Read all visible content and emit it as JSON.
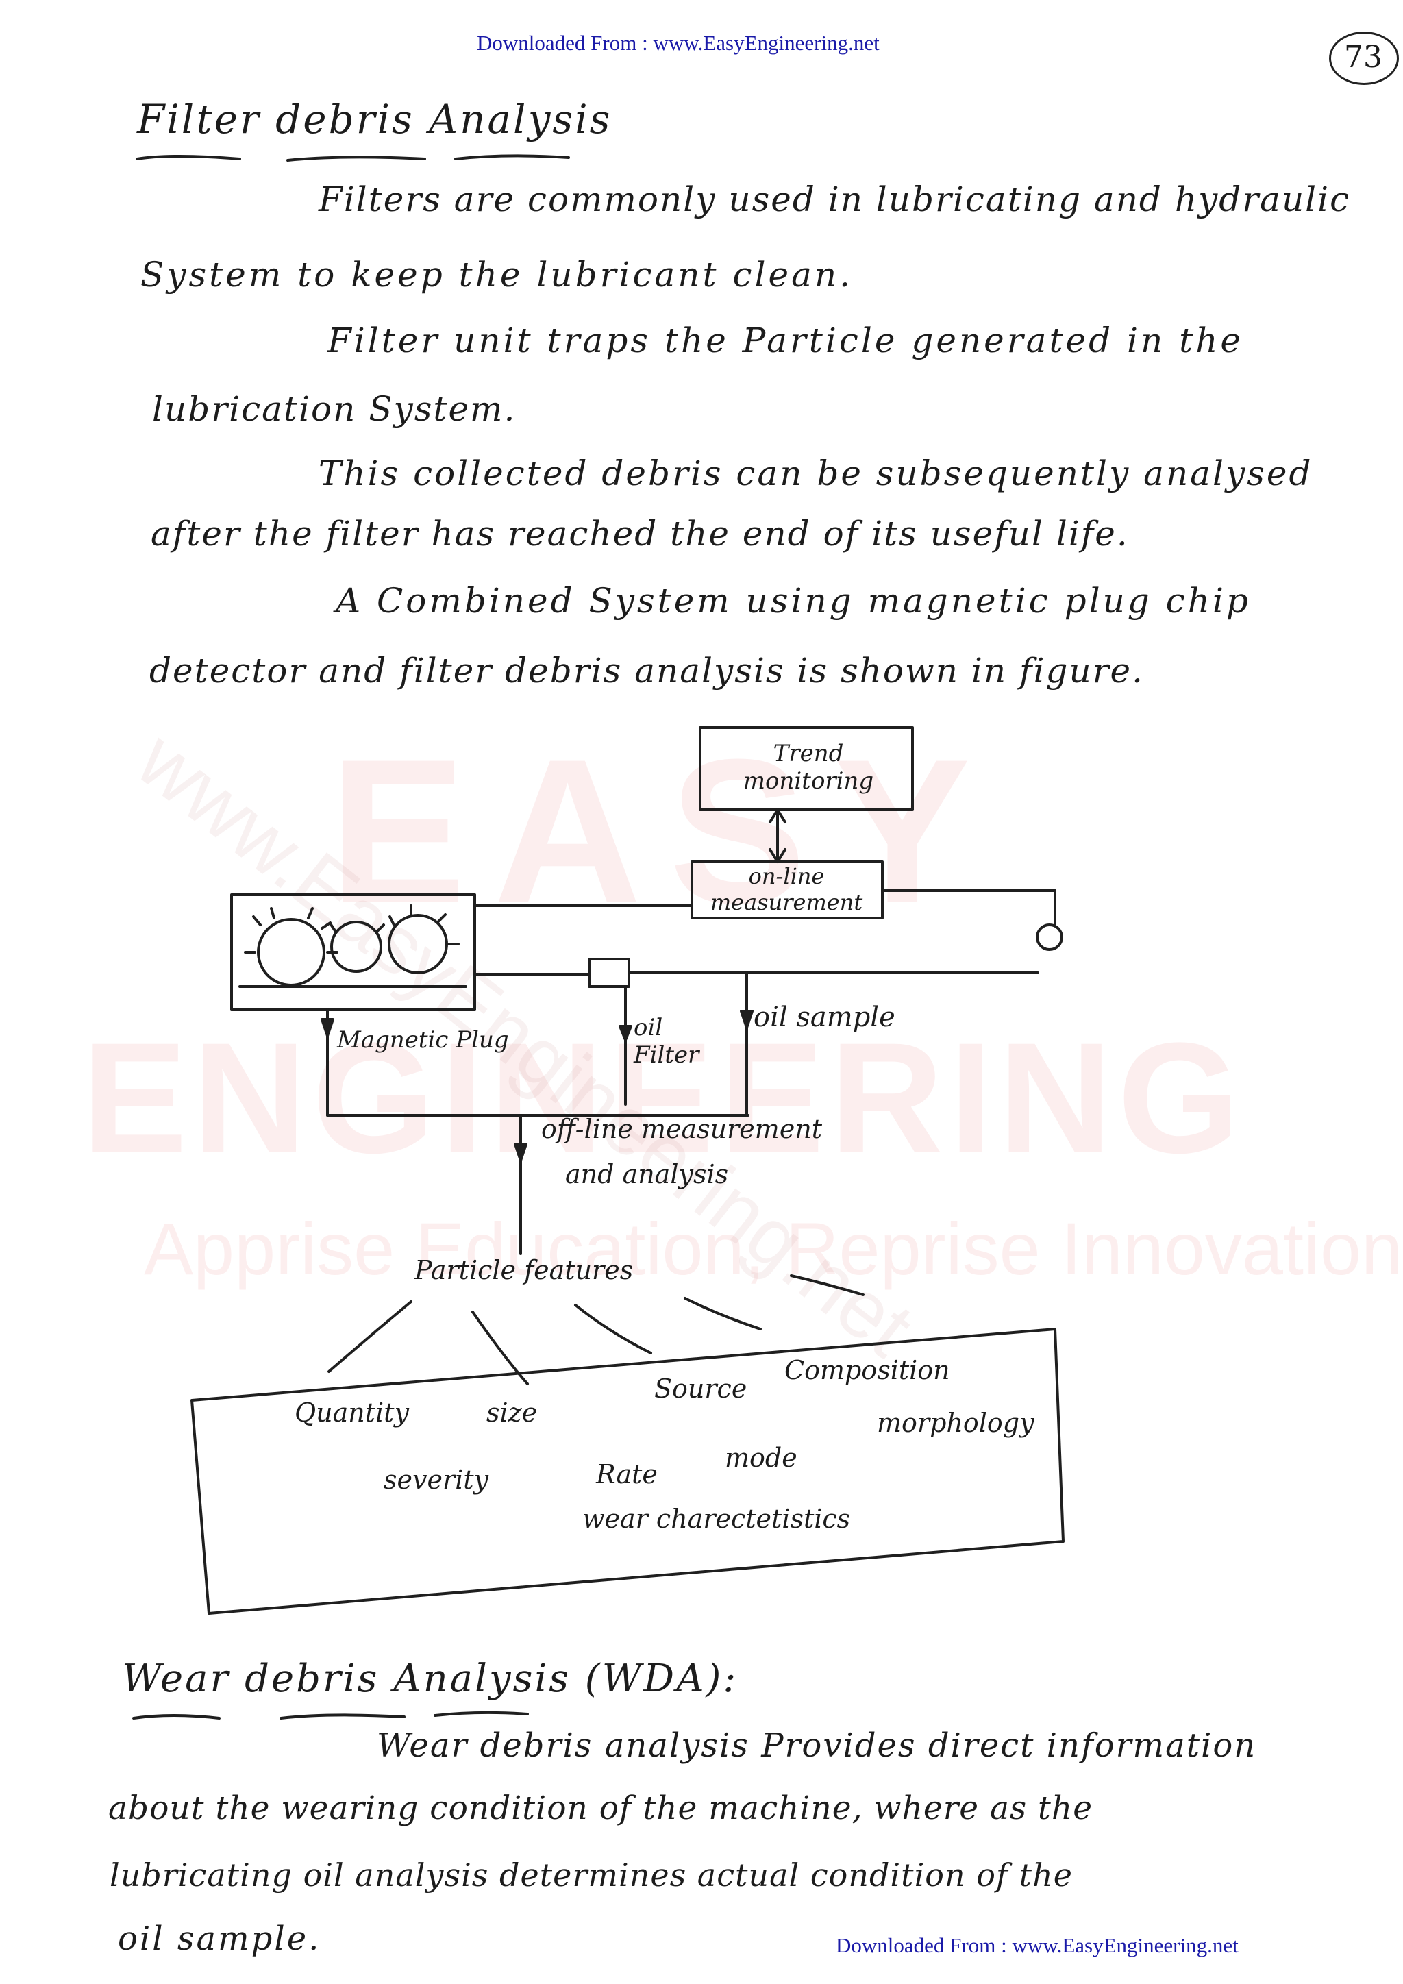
{
  "header": {
    "download_link": "Downloaded From : www.EasyEngineering.net",
    "page_number": "73"
  },
  "footer": {
    "download_link": "Downloaded From : www.EasyEngineering.net"
  },
  "watermark": {
    "word_easy": "EASY",
    "word_engineering": "ENGINEERING",
    "tagline": "Apprise Education, Reprise Innovations",
    "diagonal_url": "www.EasyEngineering.net"
  },
  "section1": {
    "heading": "Filter debris Analysis",
    "lines": [
      "Filters are commonly used in lubricating and hydraulic",
      "System to keep the lubricant clean.",
      "Filter unit traps the Particle generated in the",
      "lubrication System.",
      "This collected debris can be subsequently analysed",
      "after the filter has reached the end of its useful life.",
      "A Combined System using magnetic plug chip",
      "detector and filter debris analysis is shown in figure."
    ]
  },
  "diagram": {
    "trend_monitoring": "Trend monitoring",
    "online_measurement": "on-line measurement",
    "magnetic_plug": "Magnetic Plug",
    "oil_filter": "oil Filter",
    "oil_sample": "oil sample",
    "offline_line1": "off-line measurement",
    "offline_line2": "and analysis",
    "particle_features": "Particle features",
    "quantity": "Quantity",
    "size": "size",
    "source": "Source",
    "composition": "Composition",
    "morphology": "morphology",
    "severity": "severity",
    "rate": "Rate",
    "mode": "mode",
    "wear_characteristics": "wear charectetistics"
  },
  "section2": {
    "heading": "Wear debris Analysis (WDA):",
    "lines": [
      "Wear debris analysis Provides direct information",
      "about the wearing condition of the machine, where as the",
      "lubricating oil analysis determines actual condition of the",
      "oil sample."
    ]
  }
}
